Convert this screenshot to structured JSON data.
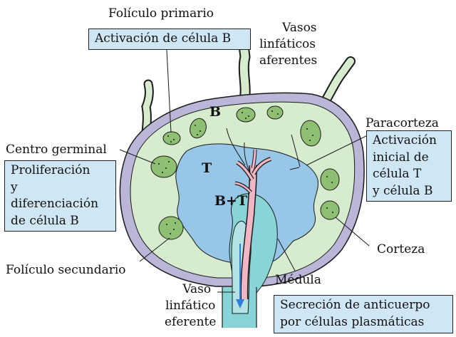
{
  "labels": {
    "primary_follicle": "Folículo primario",
    "afferent_vessels": [
      "Vasos",
      "linfáticos",
      "aferentes"
    ],
    "paracortex": "Paracorteza",
    "germinal_center": "Centro germinal",
    "cortex": "Corteza",
    "secondary_follicle": "Folículo secundario",
    "medulla": "Médula",
    "efferent_vessel": [
      "Vaso",
      "linfático",
      "eferente"
    ]
  },
  "boxes": {
    "b_cell_activation": [
      "Activación de célula B"
    ],
    "proliferation": [
      "Proliferación",
      "y",
      "diferenciación",
      "de célula B"
    ],
    "initial_activation": [
      "Activación",
      "inicial de",
      "célula T",
      "y célula B"
    ],
    "antibody_secretion": [
      "Secreción de anticuerpo",
      "por células plasmáticas"
    ]
  },
  "zones": {
    "b": "B",
    "t": "T",
    "bt": "B+T"
  },
  "colors": {
    "capsule": "#b9b6d8",
    "cortex": "#d7ebcf",
    "paracortex": "#97c6e6",
    "medulla": "#88d4d6",
    "follicle": "#8fbf73",
    "vessel_pink": "#f1b6c6",
    "arrow": "#2f80d8",
    "box": "#cfe6f5"
  }
}
